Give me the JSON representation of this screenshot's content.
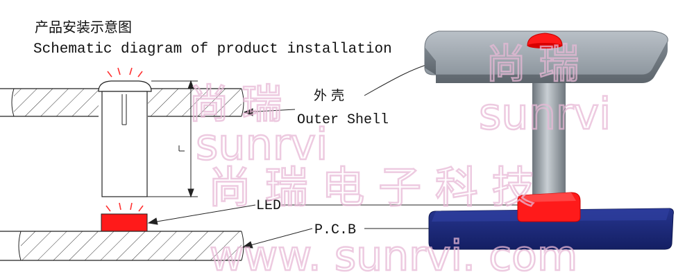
{
  "title": {
    "zh": "产品安装示意图",
    "en": "Schematic diagram of product installation"
  },
  "labels": {
    "outer_shell_zh": "外  壳",
    "outer_shell_en": "Outer Shell",
    "led": "LED",
    "pcb": "P.C.B"
  },
  "watermark": {
    "brand_zh_1": "尚  瑞",
    "brand_en": "sunrvi",
    "brand_zh_2": "尚 瑞 电 子 科 技",
    "site": "www. sunrvi. com"
  },
  "colors": {
    "led": "#ff1a1a",
    "pcb": "#1f2e86",
    "shell": "#9aa3ab",
    "watermark": "#e8b9d6"
  }
}
